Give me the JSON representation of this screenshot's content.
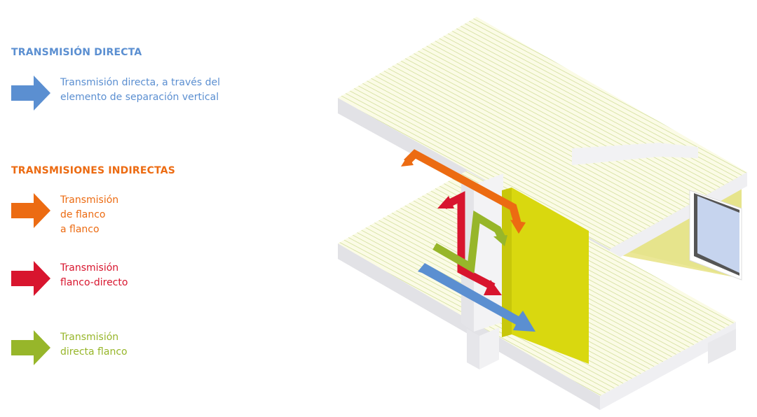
{
  "colors": {
    "direct": "#5b8fd1",
    "flank_to_flank": "#ec6b12",
    "flank_direct": "#d8152e",
    "direct_flank": "#97b62a",
    "wall_yellow": "#d9d80f",
    "room_yellow": "#ebe796",
    "slab_grey": "#e7e7ea"
  },
  "direct_section": {
    "heading": "TRANSMISIÓN DIRECTA",
    "items": [
      {
        "icon": "right-arrow-blue-icon",
        "lines": [
          "Transmisión directa, a través del",
          "elemento de separación vertical"
        ]
      }
    ]
  },
  "indirect_section": {
    "heading": "TRANSMISIONES INDIRECTAS",
    "items": [
      {
        "icon": "right-arrow-orange-icon",
        "lines": [
          "Transmisión",
          "de flanco",
          "a flanco"
        ]
      },
      {
        "icon": "right-arrow-red-icon",
        "lines": [
          "Transmisión",
          "flanco-directo"
        ]
      },
      {
        "icon": "right-arrow-green-icon",
        "lines": [
          "Transmisión",
          "directa flanco"
        ]
      }
    ]
  }
}
